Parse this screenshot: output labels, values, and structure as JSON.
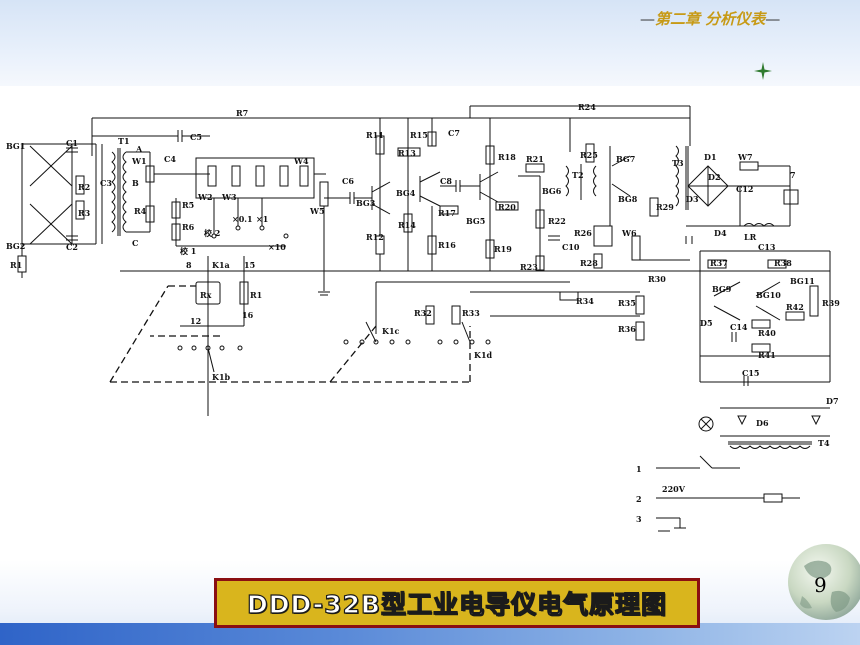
{
  "header": {
    "chapter_title": "第二章  分析仪表",
    "dash_left": "—",
    "dash_right": "—"
  },
  "schematic": {
    "labels": {
      "bg1": "BG1",
      "bg2": "BG2",
      "bg3": "BG3",
      "bg4": "BG4",
      "bg5": "BG5",
      "bg6": "BG6",
      "bg7": "BG7",
      "bg8": "BG8",
      "bg9": "BG9",
      "bg10": "BG10",
      "bg11": "BG11",
      "t1": "T1",
      "t2": "T2",
      "t3": "T3",
      "t4": "T4",
      "c1": "C1",
      "c2": "C2",
      "c3": "C3",
      "c4": "C4",
      "c5": "C5",
      "c6": "C6",
      "c7": "C7",
      "c8": "C8",
      "c10": "C10",
      "c12": "C12",
      "c13": "C13",
      "c14": "C14",
      "c15": "C15",
      "r1": "R1",
      "r2": "R2",
      "r3": "R3",
      "r4": "R4",
      "r5": "R5",
      "r6": "R6",
      "r7": "R7",
      "r11": "R11",
      "r12": "R12",
      "r13": "R13",
      "r14": "R14",
      "r15": "R15",
      "r16": "R16",
      "r17": "R17",
      "r18": "R18",
      "r19": "R19",
      "r20": "R20",
      "r21": "R21",
      "r22": "R22",
      "r23": "R23",
      "r24": "R24",
      "r25": "R25",
      "r26": "R26",
      "r28": "R28",
      "r29": "R29",
      "r30": "R30",
      "r32": "R32",
      "r33": "R33",
      "r34": "R34",
      "r35": "R35",
      "r36": "R36",
      "r37": "R37",
      "r38": "R38",
      "r39": "R39",
      "r40": "R40",
      "r41": "R41",
      "r42": "R42",
      "rx": "Rx",
      "r1b": "R1",
      "w1": "W1",
      "w2": "W2",
      "w3": "W3",
      "w4": "W4",
      "w5": "W5",
      "w6": "W6",
      "w7": "W7",
      "d1": "D1",
      "d2": "D2",
      "d3": "D3",
      "d4": "D4",
      "d5": "D5",
      "d6": "D6",
      "d7": "D7",
      "lr": "LR",
      "k1a": "K1a",
      "k1b": "K1b",
      "k1c": "K1c",
      "k1d": "K1d",
      "node_a": "A",
      "node_b": "B",
      "node_c": "C",
      "jiao1": "校 1",
      "jiao2": "校 2",
      "x01": "×0.1",
      "x1": "×1",
      "x10": "×10",
      "n8": "8",
      "n15": "15",
      "n12": "12",
      "n16": "16",
      "n7": "7",
      "p1": "1",
      "p2": "2",
      "p3": "3",
      "v220": "220V"
    }
  },
  "caption": {
    "text": "DDD-32B型工业电导仪电气原理图"
  },
  "page_number": "9",
  "colors": {
    "chapter_title": "#c79a16",
    "caption_bg": "#d9b51d",
    "caption_border": "#8a0f12"
  }
}
